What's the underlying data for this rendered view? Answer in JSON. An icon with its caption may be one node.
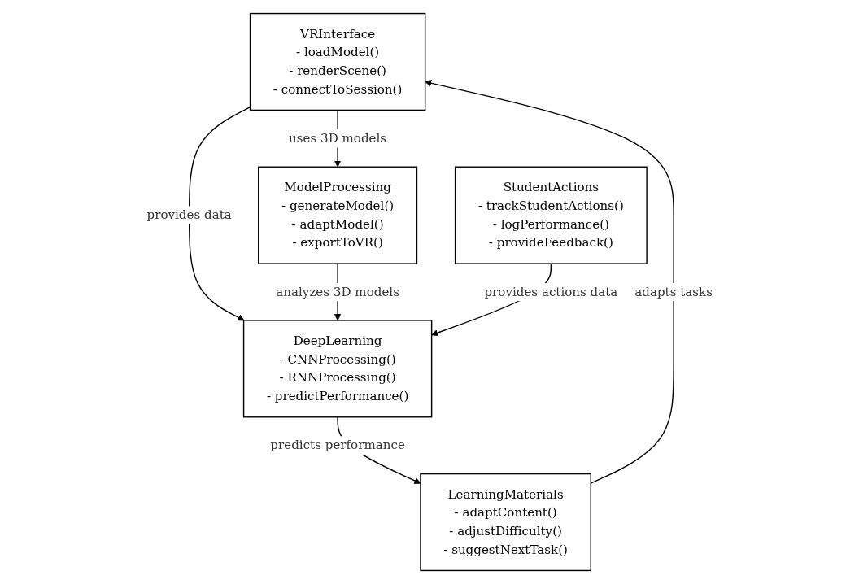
{
  "diagram": {
    "nodes": [
      {
        "text": [
          "VRInterface",
          "- loadModel()",
          "- renderScene()",
          "- connectToSession()"
        ]
      },
      {
        "text": [
          "ModelProcessing",
          "- generateModel()",
          "- adaptModel()",
          "- exportToVR()"
        ]
      },
      {
        "text": [
          "StudentActions",
          "- trackStudentActions()",
          "- logPerformance()",
          "- provideFeedback()"
        ]
      },
      {
        "text": [
          "DeepLearning",
          "- CNNProcessing()",
          "- RNNProcessing()",
          "- predictPerformance()"
        ]
      },
      {
        "text": [
          "LearningMaterials",
          "- adaptContent()",
          "- adjustDifficulty()",
          "- suggestNextTask()"
        ]
      }
    ],
    "edges": [
      {
        "from": 0,
        "to": 1,
        "arrow": "to",
        "label": "uses 3D models"
      },
      {
        "from": 0,
        "to": 3,
        "arrow": "to",
        "label": "provides data"
      },
      {
        "from": 1,
        "to": 3,
        "arrow": "to",
        "label": "analyzes 3D models"
      },
      {
        "from": 2,
        "to": 3,
        "arrow": "to",
        "label": "provides actions data"
      },
      {
        "from": 3,
        "to": 4,
        "arrow": "to",
        "label": "predicts performance"
      },
      {
        "from": 4,
        "to": 0,
        "arrow": "to",
        "label": "adapts tasks"
      }
    ]
  }
}
